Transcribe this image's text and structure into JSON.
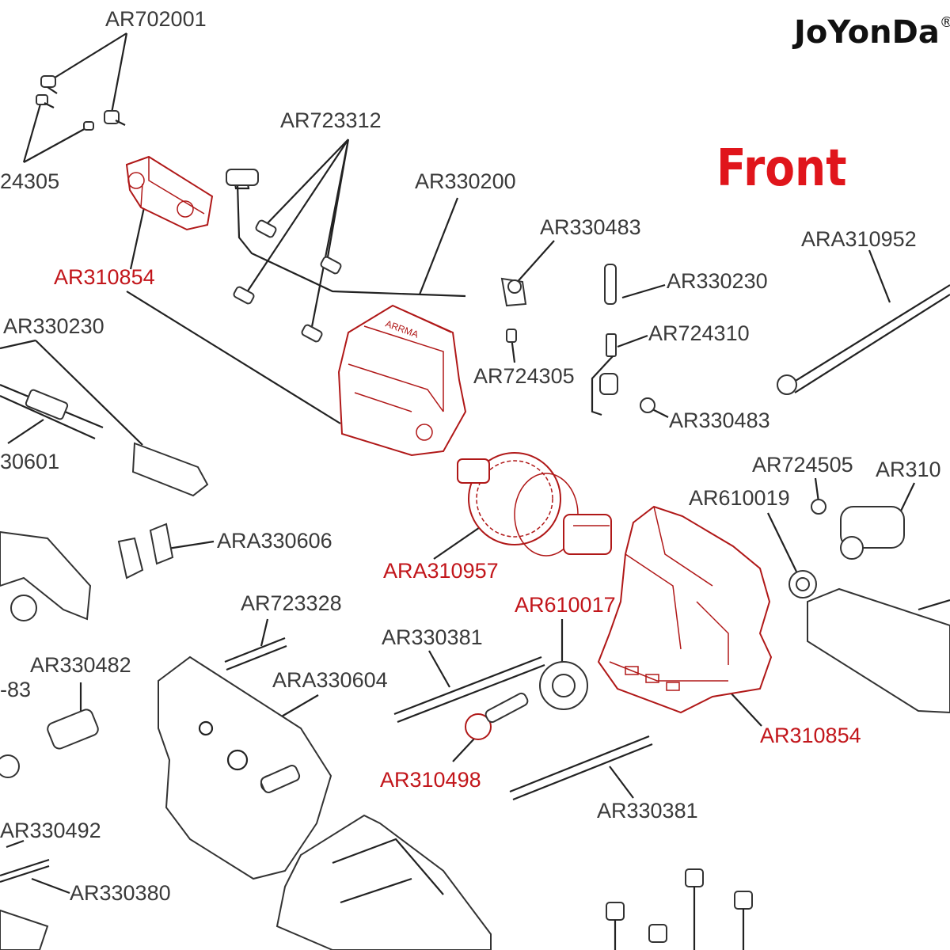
{
  "brand": {
    "name": "JoYonDa",
    "mark": "®"
  },
  "heading": "Front",
  "labels": {
    "ar702001": "AR702001",
    "ar724305_top": "24305",
    "ar723312": "AR723312",
    "ar330200": "AR330200",
    "ar330483_top": "AR330483",
    "ara310952": "ARA310952",
    "ar310854_top": "AR310854",
    "ar330230_left": "AR330230",
    "ar330230_right": "AR330230",
    "ar724310": "AR724310",
    "ar724305_mid": "AR724305",
    "ar330483_mid": "AR330483",
    "ar330601": "30601",
    "ar724505": "AR724505",
    "ar310_cut": "AR310",
    "ar610019": "AR610019",
    "ara330606": "ARA330606",
    "ara310957": "ARA310957",
    "ar723328": "AR723328",
    "ar610017": "AR610017",
    "ar330381_top": "AR330381",
    "ar330482": "AR330482",
    "ar83_cut": "-83",
    "ara330604": "ARA330604",
    "ar310854_bottom": "AR310854",
    "ar310498": "AR310498",
    "ar330381_bottom": "AR330381",
    "ar330492": "AR330492",
    "ar330380": "AR330380"
  },
  "colors": {
    "highlight_label": "#c2161b",
    "heading": "#e0151b",
    "line": "#222222",
    "highlight_part": "#b01818"
  }
}
